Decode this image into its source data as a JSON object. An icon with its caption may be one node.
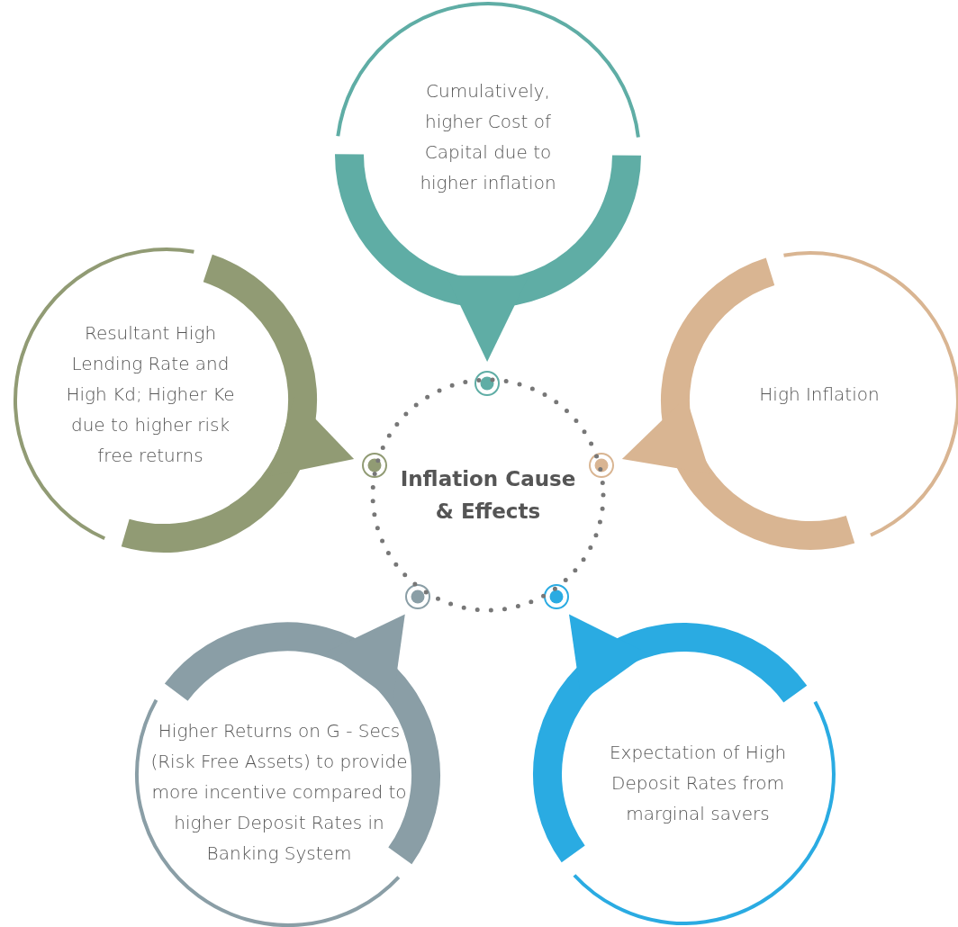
{
  "diagram": {
    "nodes": [
      {
        "text": [
          "Inflation Cause & Effects"
        ]
      },
      {
        "text": [
          "Cumulatively, higher Cost of Capital due to higher inflation"
        ]
      },
      {
        "text": [
          "High Inflation"
        ]
      },
      {
        "text": [
          "Resultant High Lending Rate and High Kd; Higher Ke due to higher risk free returns"
        ]
      },
      {
        "text": [
          "Higher Returns on G - Secs (Risk Free Assets) to provide more  incentive compared to higher Deposit Rates in Banking System"
        ]
      },
      {
        "text": [
          "Expectation of High Deposit Rates from marginal savers"
        ]
      }
    ]
  }
}
